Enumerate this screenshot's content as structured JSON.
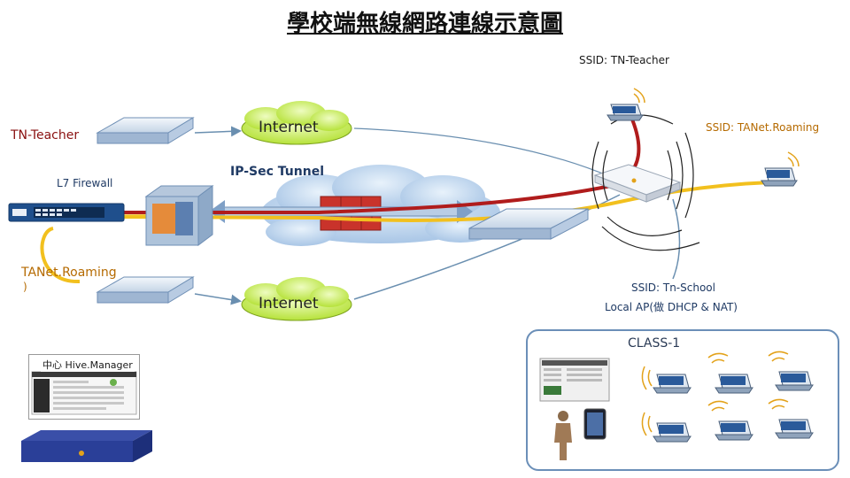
{
  "title": "學校端無線網路連線示意圖",
  "labels": {
    "ssid_teacher": "SSID: TN-Teacher",
    "ssid_roaming": "SSID: TANet.Roaming",
    "tn_teacher": "TN-Teacher",
    "l7_firewall": "L7 Firewall",
    "ipsec_tunnel": "IP-Sec Tunnel",
    "tanet_roaming": "TANet.Roaming",
    "tanet_roaming_paren": ")",
    "ssid_school": "SSID: Tn-School",
    "local_ap": "Local AP(做 DHCP & NAT)",
    "class_1": "CLASS-1",
    "hive_manager": "中心 Hive.Manager"
  },
  "clouds": {
    "internet_top": "Internet",
    "internet_bottom": "Internet"
  },
  "colors": {
    "red_path": "#b01c1c",
    "yellow_path": "#f2c01e",
    "blue_path": "#6a8fb0",
    "class_box_border": "#6b8fb8"
  }
}
